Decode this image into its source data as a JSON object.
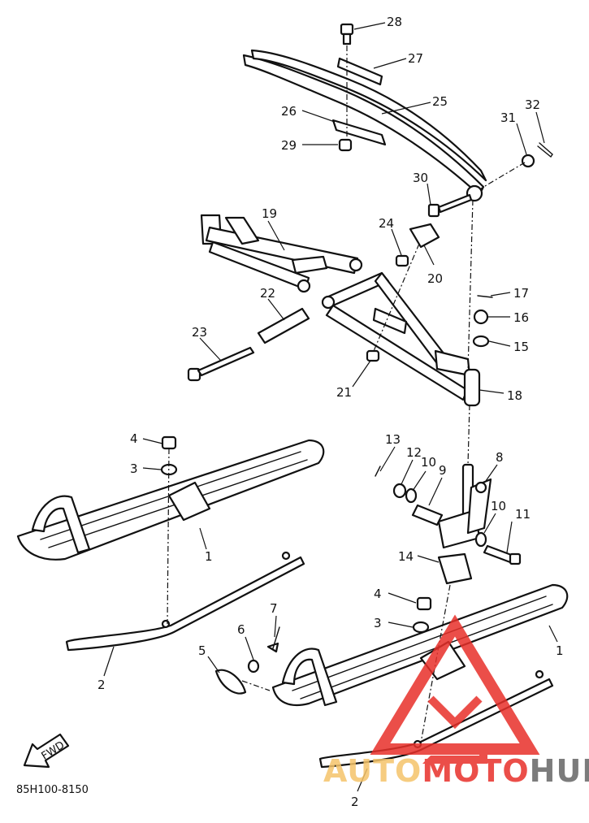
{
  "callouts": {
    "p28": "28",
    "p27": "27",
    "p26": "26",
    "p25": "25",
    "p29": "29",
    "p31": "31",
    "p32": "32",
    "p30": "30",
    "p19": "19",
    "p24": "24",
    "p20": "20",
    "p17": "17",
    "p16": "16",
    "p15": "15",
    "p22": "22",
    "p23": "23",
    "p21": "21",
    "p18": "18",
    "p4a": "4",
    "p3a": "3",
    "p1a": "1",
    "p13": "13",
    "p12": "12",
    "p10a": "10",
    "p9": "9",
    "p8": "8",
    "p10b": "10",
    "p11": "11",
    "p14": "14",
    "p4b": "4",
    "p3b": "3",
    "p1b": "1",
    "p7": "7",
    "p6": "6",
    "p5": "5",
    "p2a": "2",
    "p2b": "2"
  },
  "direction_badge": "FWD",
  "diagram_code": "85H100-8150",
  "watermark": {
    "part1": "AUTO",
    "part2": "MOTO",
    "part3": "HUB",
    "color_part1": "#f5c46a",
    "color_part2": "#e8302a",
    "color_part3": "#666666",
    "logo_color": "#e8302a"
  }
}
